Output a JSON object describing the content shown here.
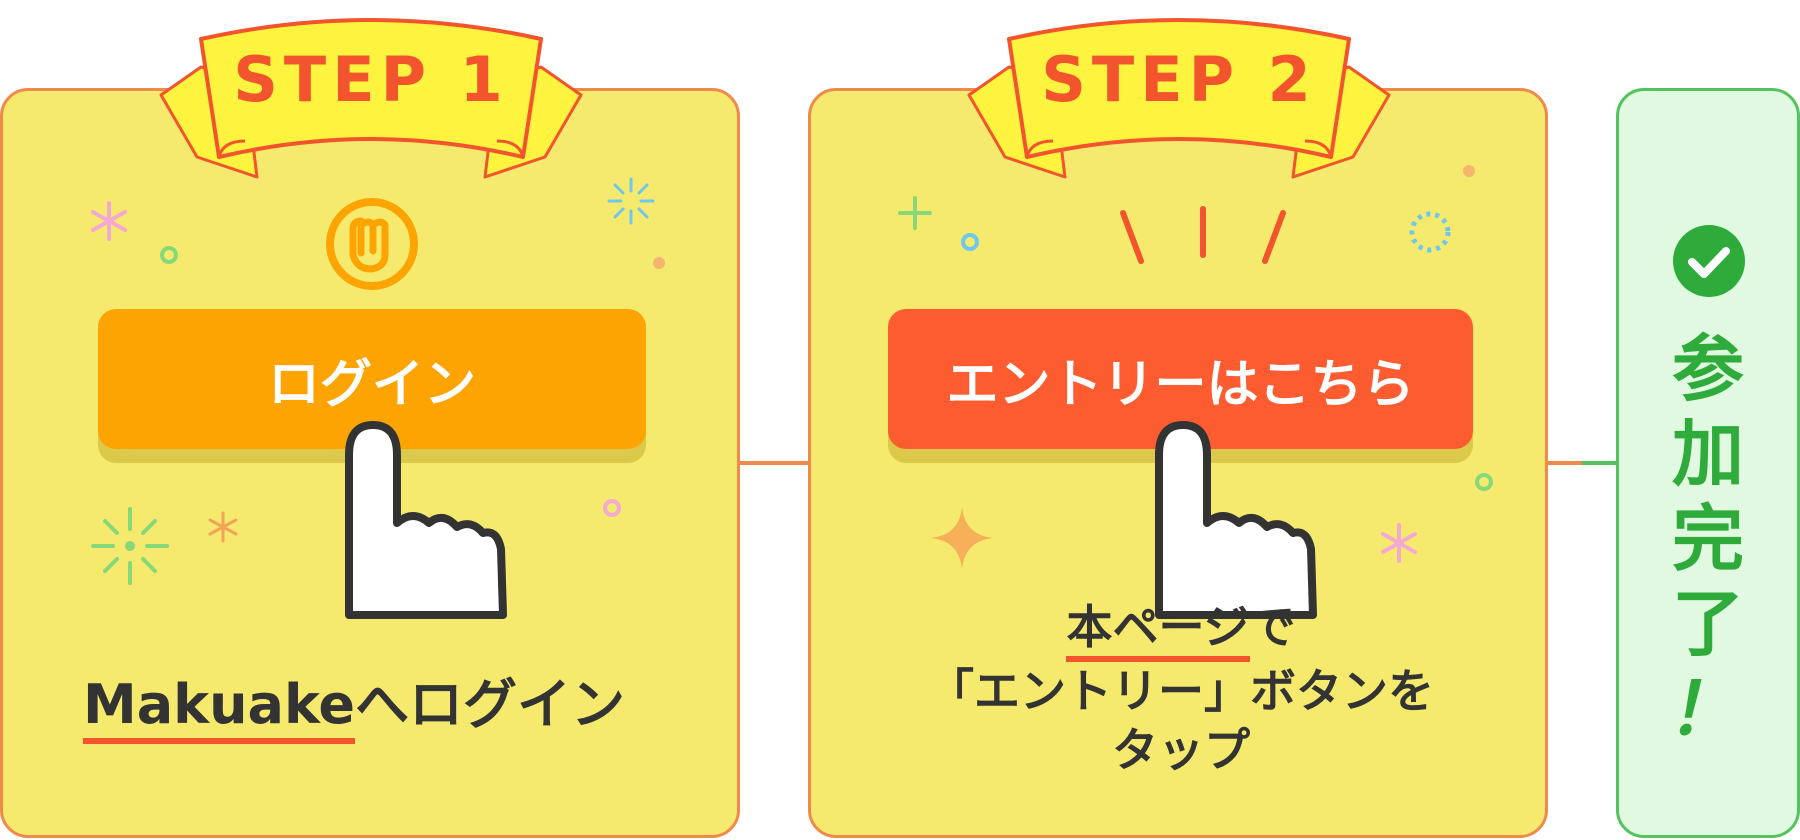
{
  "colors": {
    "step_card_fill": "#f6ea6e",
    "step_card_border": "#f08a4b",
    "accent_red": "#f2552d",
    "login_button": "#fda403",
    "entry_button": "#fd5c31",
    "done_fill": "#e0f9e0",
    "done_green": "#2fab3b"
  },
  "step1": {
    "label": "STEP 1",
    "button_label": "ログイン",
    "icon": "makuake-logo-icon",
    "caption_brand": "Makuake",
    "caption_rest": "へログイン"
  },
  "step2": {
    "label": "STEP 2",
    "button_label": "エントリーはこちら",
    "caption_line1_underlined": "本ページ",
    "caption_line1_rest": "で",
    "caption_line2": "「エントリー」ボタンを",
    "caption_line3": "タップ"
  },
  "complete": {
    "icon": "check-circle-icon",
    "chars": [
      "参",
      "加",
      "完",
      "了",
      "！"
    ]
  }
}
